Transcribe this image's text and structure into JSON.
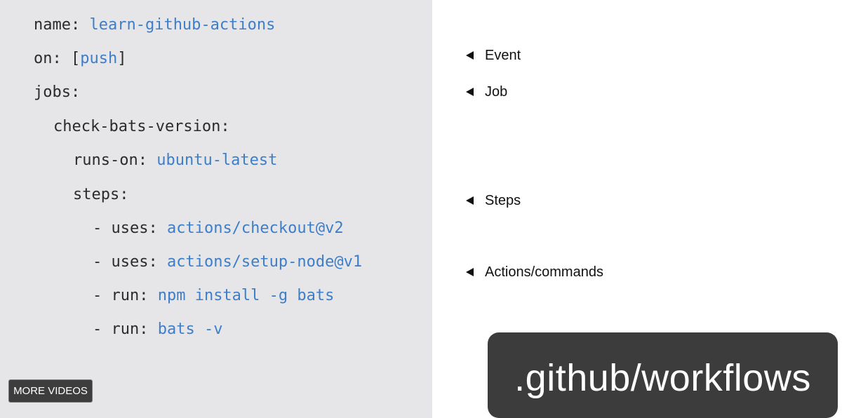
{
  "code": {
    "lines": [
      {
        "key": "name: ",
        "value": "learn-github-actions"
      },
      {
        "key": "on: [",
        "value": "push",
        "suffix": "]"
      },
      {
        "key": "jobs:",
        "value": ""
      },
      {
        "key": "check-bats-version:",
        "value": ""
      },
      {
        "key": "runs-on: ",
        "value": "ubuntu-latest"
      },
      {
        "key": "steps:",
        "value": ""
      },
      {
        "key": "- uses: ",
        "value": "actions/checkout@v2"
      },
      {
        "key": "- uses: ",
        "value": "actions/setup-node@v1"
      },
      {
        "key": "- run: ",
        "value": "npm install -g bats"
      },
      {
        "key": "- run: ",
        "value": "bats -v"
      }
    ]
  },
  "annotations": [
    {
      "label": "Event"
    },
    {
      "label": "Job"
    },
    {
      "label": "Steps"
    },
    {
      "label": "Actions/commands"
    }
  ],
  "overlay": {
    "path_text": ".github/workflows"
  },
  "player": {
    "more_videos_label": "MORE VIDEOS"
  },
  "colors": {
    "code_background": "#e6e6e8",
    "code_key": "#2b2b2b",
    "code_value": "#3d7ec9",
    "overlay_background": "#3c3c3c"
  }
}
